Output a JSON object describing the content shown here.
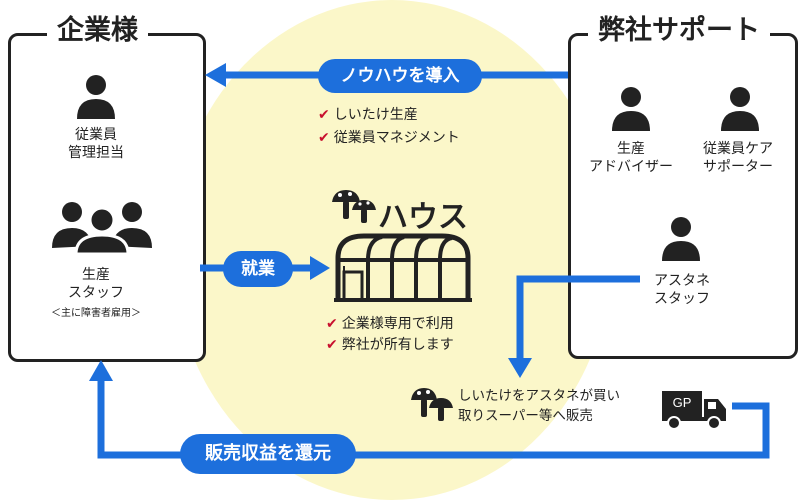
{
  "company": {
    "title": "企業様",
    "roles": [
      {
        "line1": "従業員",
        "line2": "管理担当",
        "sub": ""
      },
      {
        "line1": "生産",
        "line2": "スタッフ",
        "sub": "＜主に障害者雇用＞"
      }
    ]
  },
  "support": {
    "title": "弊社サポート",
    "roles": [
      {
        "line1": "生産",
        "line2": "アドバイザー"
      },
      {
        "line1": "従業員ケア",
        "line2": "サポーター"
      },
      {
        "line1": "アスタネ",
        "line2": "スタッフ"
      }
    ]
  },
  "flows": {
    "knowhow": "ノウハウを導入",
    "employment": "就業",
    "revenue": "販売収益を還元"
  },
  "knowhow_items": [
    "しいたけ生産",
    "従業員マネジメント"
  ],
  "house": {
    "title": "ハウス",
    "notes": [
      "企業様専用で利用",
      "弊社が所有します"
    ]
  },
  "sale": {
    "line1": "しいたけをアスタネが買い",
    "line2": "取りスーパー等へ販売",
    "truck_label": "GP"
  },
  "check_mark": "✔",
  "colors": {
    "arrow": "#1d6fdc",
    "check": "#c8102e",
    "highlight": "#fbf7c9",
    "ink": "#222222"
  }
}
